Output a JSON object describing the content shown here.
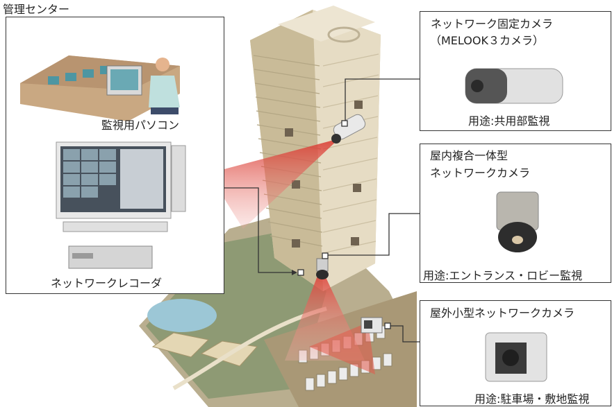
{
  "management_center": {
    "title": "管理センター",
    "pc_label": "監視用パソコン",
    "recorder_label": "ネットワークレコーダ"
  },
  "cameras": [
    {
      "title_line1": "ネットワーク固定カメラ",
      "title_line2": "（MELOOK３カメラ）",
      "use": "用途:共用部監視"
    },
    {
      "title_line1": "屋内複合一体型",
      "title_line2": "ネットワークカメラ",
      "use": "用途:エントランス・ロビー監視"
    },
    {
      "title_line1": "屋外小型ネットワークカメラ",
      "title_line2": "",
      "use": "用途:駐車場・敷地監視"
    }
  ]
}
